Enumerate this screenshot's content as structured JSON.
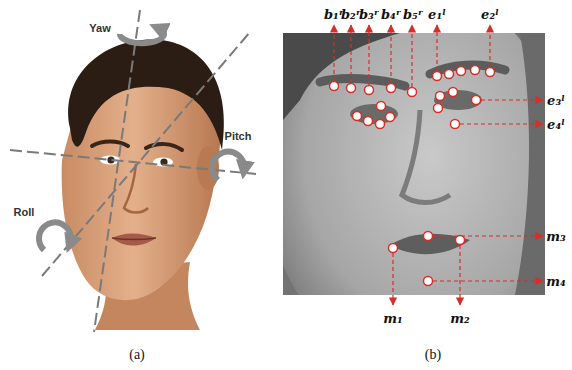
{
  "diagram": {
    "labels": [
      "Yaw",
      "Pitch",
      "Roll",
      "b₁ʳ",
      "b₂ʳ",
      "b₃ʳ",
      "b₄ʳ",
      "b₅ʳ",
      "e₁ˡ",
      "e₂ˡ",
      "e₃ˡ",
      "e₄ˡ",
      "m₃",
      "m₄",
      "m₁",
      "m₂",
      "(a)",
      "(b)"
    ]
  }
}
